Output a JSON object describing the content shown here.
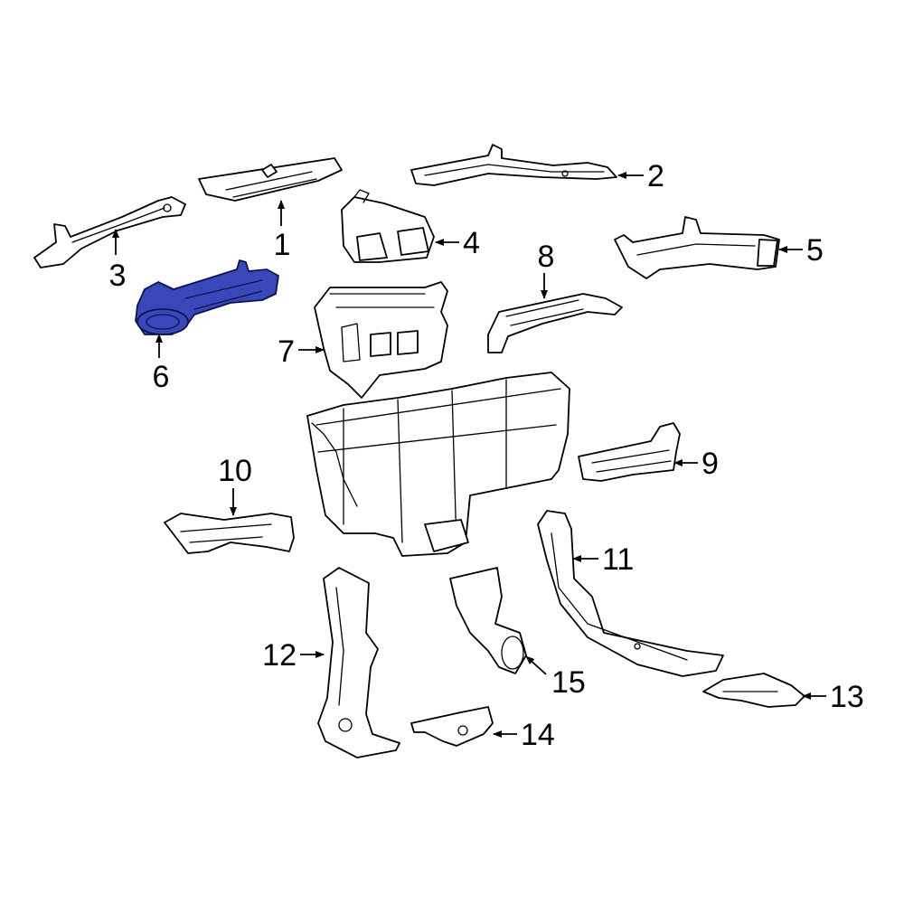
{
  "colors": {
    "highlight": "#3a47b8",
    "outline": "#000000",
    "background": "#ffffff"
  },
  "highlighted_part": "6",
  "callouts": [
    {
      "id": "c1",
      "label": "1"
    },
    {
      "id": "c2",
      "label": "2"
    },
    {
      "id": "c3",
      "label": "3"
    },
    {
      "id": "c4",
      "label": "4"
    },
    {
      "id": "c5",
      "label": "5"
    },
    {
      "id": "c6",
      "label": "6"
    },
    {
      "id": "c7",
      "label": "7"
    },
    {
      "id": "c8",
      "label": "8"
    },
    {
      "id": "c9",
      "label": "9"
    },
    {
      "id": "c10",
      "label": "10"
    },
    {
      "id": "c11",
      "label": "11"
    },
    {
      "id": "c12",
      "label": "12"
    },
    {
      "id": "c13",
      "label": "13"
    },
    {
      "id": "c14",
      "label": "14"
    },
    {
      "id": "c15",
      "label": "15"
    }
  ]
}
